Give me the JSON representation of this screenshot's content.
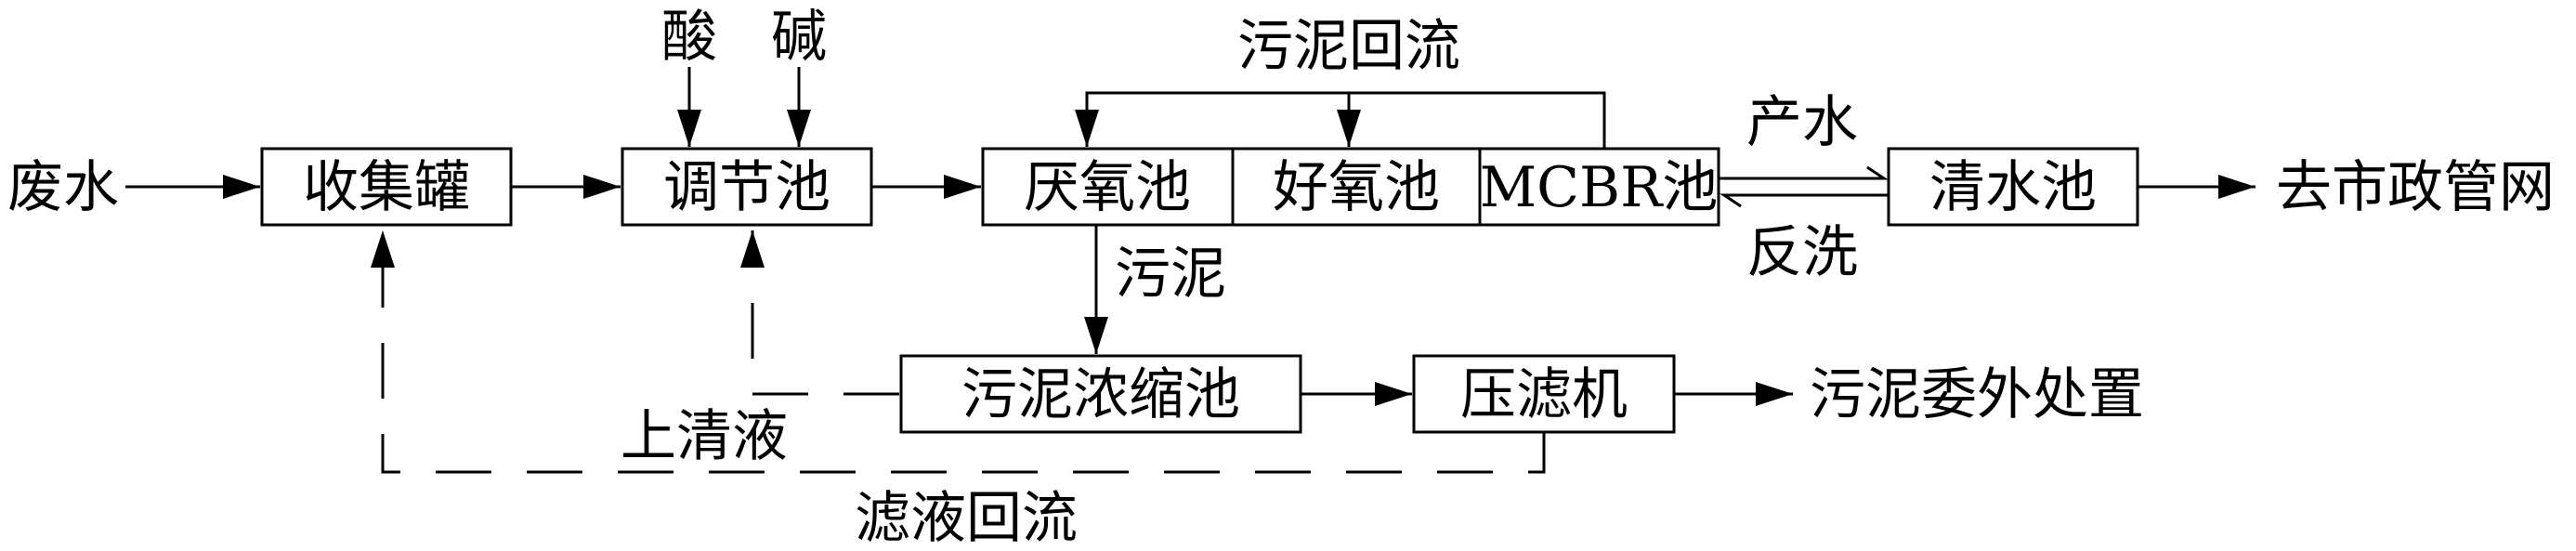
{
  "inputs": {
    "wastewater": "废水",
    "acid": "酸",
    "alkali": "碱"
  },
  "units": {
    "collection_tank": "收集罐",
    "equalization_tank": "调节池",
    "anaerobic_tank": "厌氧池",
    "aerobic_tank": "好氧池",
    "mcbr_tank": "MCBR池",
    "clear_water_tank": "清水池",
    "sludge_thickener": "污泥浓缩池",
    "filter_press": "压滤机"
  },
  "outputs": {
    "municipal_network": "去市政管网",
    "sludge_disposal": "污泥委外处置"
  },
  "flows": {
    "sludge_return": "污泥回流",
    "product_water": "产水",
    "backwash": "反洗",
    "sludge": "污泥",
    "supernatant": "上清液",
    "filtrate_return": "滤液回流"
  }
}
